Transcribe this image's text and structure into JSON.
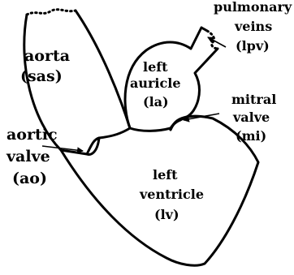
{
  "labels": {
    "aorta": {
      "line1": "aorta",
      "line2": "(sas)"
    },
    "left_auricle": {
      "line1": "left",
      "line2": "auricle",
      "line3": "(la)"
    },
    "pulmonary_veins": {
      "line1": "pulmonary",
      "line2": "veins",
      "line3": "(lpv)"
    },
    "mitral_valve": {
      "line1": "mitral",
      "line2": "valve",
      "line3": "(mi)"
    },
    "aortic_valve": {
      "line1": "aortic",
      "line2": "valve",
      "line3": "(ao)"
    },
    "left_ventricle": {
      "line1": "left",
      "line2": "ventricle",
      "line3": "(lv)"
    }
  }
}
